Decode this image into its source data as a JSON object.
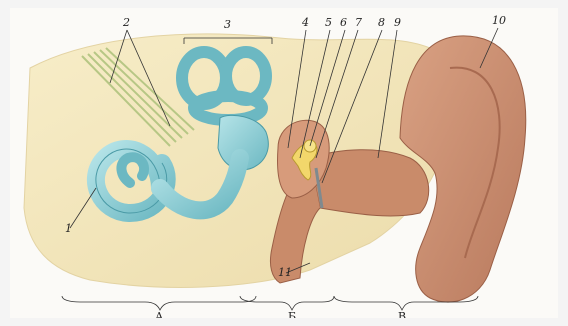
{
  "labels": {
    "n1": "1",
    "n2": "2",
    "n3": "3",
    "n4": "4",
    "n5": "5",
    "n6": "6",
    "n7": "7",
    "n8": "8",
    "n9": "9",
    "n10": "10",
    "n11": "11"
  },
  "sections": {
    "a": "А",
    "b": "Б",
    "c": "В"
  },
  "colors": {
    "background": "#fbfaf7",
    "bone": "#f2e6b9",
    "cochlea": "#8fcfd6",
    "canal": "#c98b6a",
    "auricle": "#c4876a",
    "ossicle": "#f2d76b",
    "nerve": "#b7c785"
  }
}
